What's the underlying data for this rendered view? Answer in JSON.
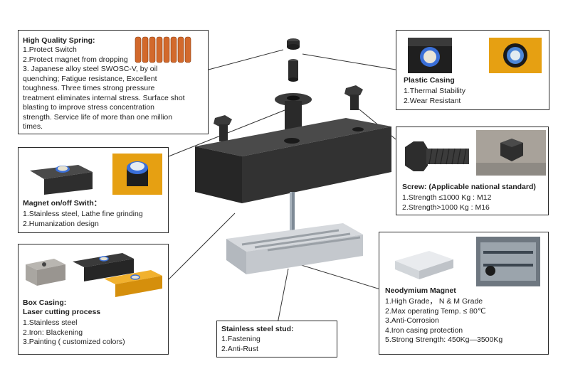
{
  "spring": {
    "title": "High Quality Spring:",
    "lines": [
      "1.Protect Switch",
      "2.Protect magnet from dropping",
      "3. Japanese alloy steel SWOSC-V, by oil",
      "quenching; Fatigue resistance, Excellent",
      "toughness. Three times strong pressure",
      "treatment eliminates internal stress. Surface shot",
      "blasting to improve stress concentration",
      "strength. Service life of more than one million",
      "times."
    ]
  },
  "casing": {
    "title": "Plastic Casing",
    "lines": [
      "1.Thermal Stability",
      "2.Wear Resistant"
    ]
  },
  "magnet_switch": {
    "title": "Magnet  on/off Swith：",
    "lines": [
      "1.Stainless steel, Lathe fine grinding",
      "2.Humanization design"
    ]
  },
  "screw": {
    "title": "Screw: (Applicable national standard)",
    "lines": [
      "1.Strength ≤1000 Kg : M12",
      "2.Strength>1000 Kg : M16"
    ]
  },
  "box_casing": {
    "title": "Box Casing:",
    "title2": "Laser cutting process",
    "lines": [
      "1.Stainless steel",
      "2.Iron: Blackening",
      "3.Painting ( customized colors)"
    ]
  },
  "neodymium": {
    "title": "Neodymium Magnet",
    "lines": [
      "1.High Grade， N & M Grade",
      "2.Max operating Temp. ≤ 80℃",
      "3.Anti-Corrosion",
      "4.Iron casing protection",
      "5.Strong Strength: 450Kg—3500Kg"
    ]
  },
  "stud": {
    "title": "Stainless steel stud:",
    "lines": [
      "1.Fastening",
      "2.Anti-Rust"
    ]
  },
  "colors": {
    "box_black": "#2b2b2b",
    "spring_orange": "#d2692c",
    "ring_blue": "#3a6fd8",
    "rail_silver": "#c9cdd2",
    "yellow_case": "#e6a012"
  }
}
